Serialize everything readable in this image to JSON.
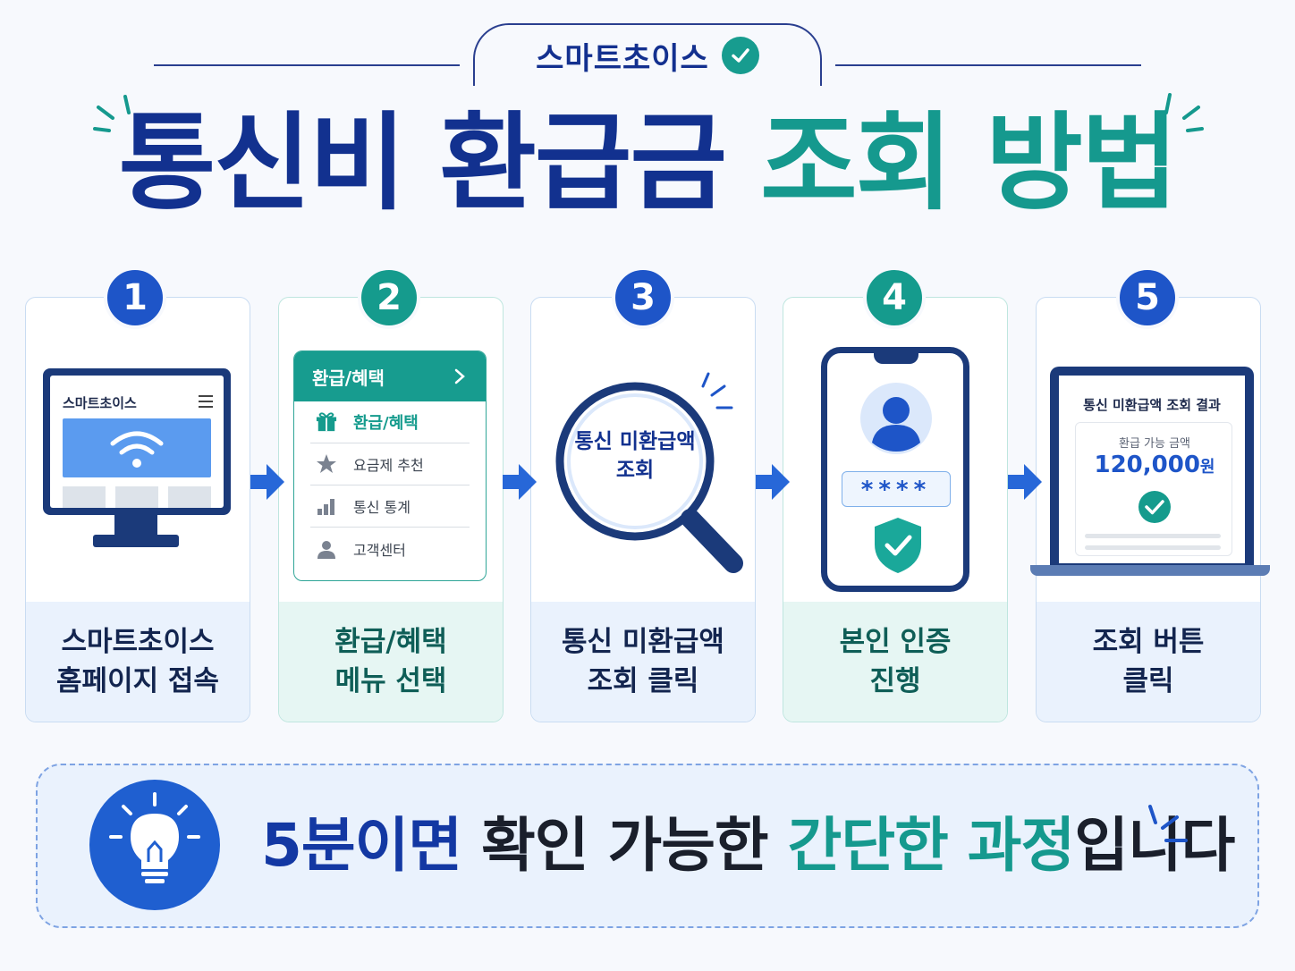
{
  "header": {
    "brand": "스마트초이스",
    "title_part1": "통신비 환급금",
    "title_part2": "조회 방법"
  },
  "steps": [
    {
      "number": "1",
      "caption_line1": "스마트초이스",
      "caption_line2": "홈페이지 접속"
    },
    {
      "number": "2",
      "caption_line1": "환급/혜택",
      "caption_line2": "메뉴 선택"
    },
    {
      "number": "3",
      "caption_line1": "통신 미환급액",
      "caption_line2": "조회 클릭"
    },
    {
      "number": "4",
      "caption_line1": "본인 인증",
      "caption_line2": "진행"
    },
    {
      "number": "5",
      "caption_line1": "조회 버튼",
      "caption_line2": "클릭"
    }
  ],
  "step1_monitor": {
    "site_name": "스마트초이스",
    "icon": "wifi-icon"
  },
  "step2_menu": {
    "header": "환급/혜택",
    "items": [
      {
        "label": "환급/혜택",
        "icon": "gift-icon"
      },
      {
        "label": "요금제 추천",
        "icon": "star-icon"
      },
      {
        "label": "통신 통계",
        "icon": "bar-chart-icon"
      },
      {
        "label": "고객센터",
        "icon": "user-icon"
      }
    ]
  },
  "step3_magnifier": {
    "line1": "통신 미환급액",
    "line2": "조회"
  },
  "step4_phone": {
    "password_mask": "****",
    "icon": "shield-check-icon"
  },
  "step5_result": {
    "title": "통신 미환급액 조회 결과",
    "label": "환급 가능 금액",
    "amount": "120,000",
    "unit": "원"
  },
  "banner": {
    "part1": "5분이면",
    "part2": " 확인 가능한 ",
    "part3": "간단한 과정",
    "part4": "입니다",
    "icon": "lightbulb-icon"
  },
  "colors": {
    "navy": "#12318f",
    "teal": "#15998e",
    "blue": "#1e55c8",
    "background": "#f7f9fd"
  }
}
